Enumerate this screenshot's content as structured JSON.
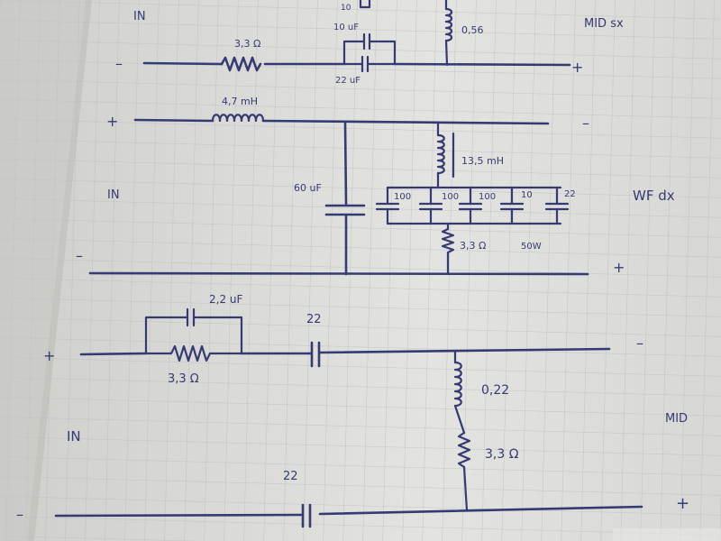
{
  "top": {
    "in": "IN",
    "minus": "–",
    "plus": "+",
    "r": "3,3 Ω",
    "c1": "10 uF",
    "c2": "22 uF",
    "l": "0,56",
    "cut": "10",
    "name": "MID  sx"
  },
  "wf": {
    "plus": "+",
    "minus_right": "–",
    "minus_left": "–",
    "plus_right": "+",
    "in": "IN",
    "l1": "4,7 mH",
    "c": "60 uF",
    "l2": "13,5 mH",
    "caps": [
      "100",
      "100",
      "100",
      "10",
      "22"
    ],
    "r": "3,3 Ω",
    "w": "50W",
    "name": "WF   dx"
  },
  "mid": {
    "plus": "+",
    "minus_right": "–",
    "minus_left": "–",
    "plus_right": "+",
    "in": "IN",
    "c1": "2,2 uF",
    "r1": "3,3 Ω",
    "c2": "22",
    "l": "0,22",
    "r2": "3,3 Ω",
    "c3": "22",
    "name": "MID"
  }
}
